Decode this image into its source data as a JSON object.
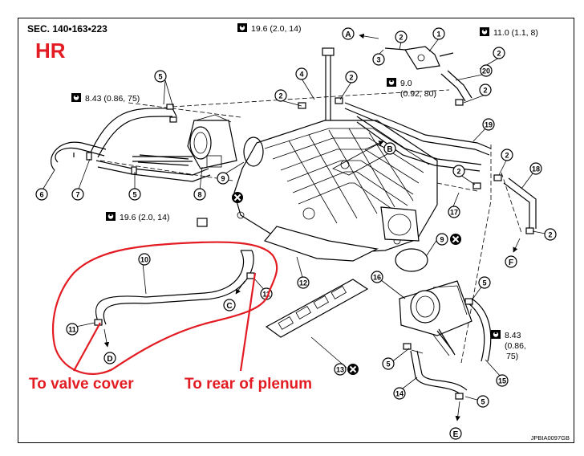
{
  "header": {
    "section_label": "SEC. 140•163•223",
    "engine_label": "HR"
  },
  "torque_specs": {
    "t1": "19.6 (2.0, 14)",
    "t2": "11.0 (1.1, 8)",
    "t3": "8.43 (0.86, 75)",
    "t4_line1": "9.0",
    "t4_line2": "(0.92, 80)",
    "t5": "19.6 (2.0, 14)",
    "t6_line1": "8.43",
    "t6_line2": "(0.86,",
    "t6_line3": "75)"
  },
  "callouts": {
    "left": "To valve cover",
    "right": "To rear of plenum"
  },
  "part_numbers": [
    "1",
    "2",
    "2",
    "2",
    "2",
    "2",
    "2",
    "2",
    "2",
    "3",
    "4",
    "5",
    "5",
    "5",
    "5",
    "5",
    "6",
    "7",
    "8",
    "9",
    "9",
    "10",
    "11",
    "11",
    "12",
    "13",
    "14",
    "15",
    "16",
    "17",
    "18",
    "19",
    "20"
  ],
  "direction_letters": [
    "A",
    "B",
    "C",
    "D",
    "E",
    "F"
  ],
  "diagram_code": "JPBIA0097GB",
  "colors": {
    "annotation": "#e31c23",
    "line": "#000000",
    "background": "#ffffff"
  },
  "icons": {
    "torque": "torque-wrench-icon",
    "replace": "x-circle-replace-icon"
  }
}
